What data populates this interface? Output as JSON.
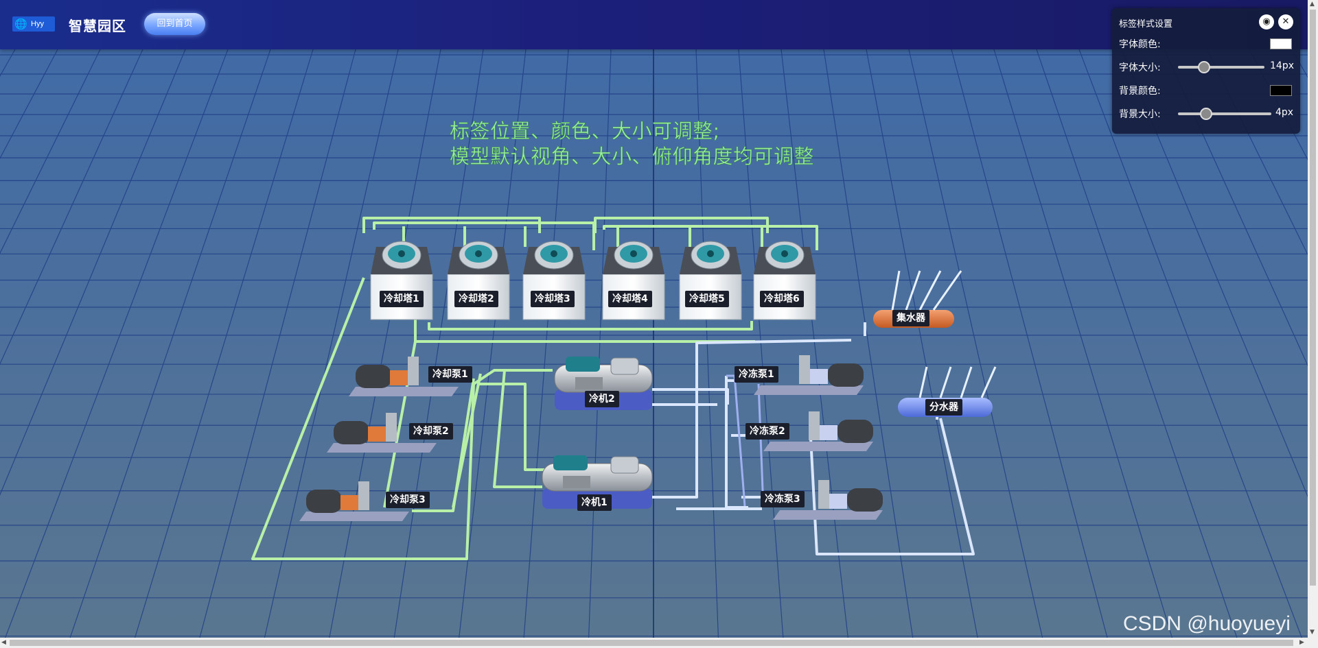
{
  "header": {
    "logo_text": "Hyy",
    "title": "智慧园区",
    "home_button": "回到首页"
  },
  "settings_panel": {
    "title": "标签样式设置",
    "font_color_label": "字体颜色:",
    "font_color": "#ffffff",
    "font_size_label": "字体大小:",
    "font_size_value": "14px",
    "font_size_level": 0.3,
    "bg_color_label": "背景颜色:",
    "bg_color": "#000000",
    "bg_size_label": "背景大小:",
    "bg_size_value": "4px",
    "bg_size_level": 0.3
  },
  "annotation": {
    "line1": "标签位置、颜色、大小可调整;",
    "line2": "模型默认视角、大小、俯仰角度均可调整"
  },
  "equipment": {
    "cooling_towers": [
      "冷却塔1",
      "冷却塔2",
      "冷却塔3",
      "冷却塔4",
      "冷却塔5",
      "冷却塔6"
    ],
    "water_collector": "集水器",
    "water_distributor": "分水器",
    "cooling_pumps": [
      "冷却泵1",
      "冷却泵2",
      "冷却泵3"
    ],
    "chillers": [
      "冷机2",
      "冷机1"
    ],
    "chilled_pumps": [
      "冷冻泵1",
      "冷冻泵2",
      "冷冻泵3"
    ]
  },
  "watermark": "CSDN @huoyueyi",
  "colors": {
    "header_bg": "#1c1f7a",
    "floor": "#4e6f8c",
    "grid": "#1a3a80",
    "cooling_pipe": "#b8f0a8",
    "chilled_pipe": "#d6e6ff",
    "collector": "#e07a3a",
    "distributor": "#6a86f0",
    "annotation_text": "#9bf0a0"
  }
}
